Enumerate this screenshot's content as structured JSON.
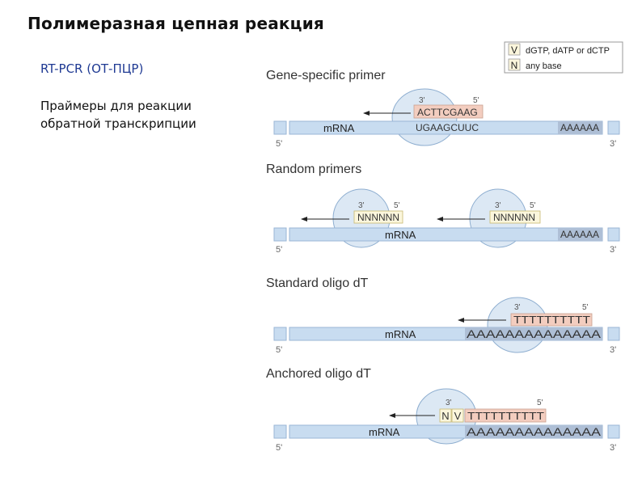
{
  "slide": {
    "title": "Полимеразная цепная реакция",
    "subtitle": "RT-PCR (ОТ-ПЦР)",
    "description": [
      "Праймеры для реакции",
      "обратной транскрипции"
    ]
  },
  "legend": {
    "v_symbol": "V",
    "v_text": "dGTP, dATP or dCTP",
    "n_symbol": "N",
    "n_text": "any base"
  },
  "panels": {
    "gene_specific": {
      "heading": "Gene-specific primer",
      "primer": "ACTTCGAAG",
      "target": "UGAAGCUUC",
      "mrna": "mRNA",
      "polya": "AAAAAA",
      "primer_3": "3'",
      "primer_5": "5'",
      "end_5": "5'",
      "end_3": "3'"
    },
    "random": {
      "heading": "Random primers",
      "primer": "NNNNNN",
      "mrna": "mRNA",
      "polya": "AAAAAA",
      "primer_3": "3'",
      "primer_5": "5'",
      "end_5": "5'",
      "end_3": "3'"
    },
    "oligo_dt": {
      "heading": "Standard oligo dT",
      "primer": "TTTTTTTTTT",
      "mrna": "mRNA",
      "polya": "AAAAAAAAAAAAAA",
      "primer_3": "3'",
      "primer_5": "5'",
      "end_5": "5'",
      "end_3": "3'"
    },
    "anchored": {
      "heading": "Anchored oligo dT",
      "primer_n": "N",
      "primer_v": "V",
      "primer": "TTTTTTTTTT",
      "mrna": "mRNA",
      "polya": "AAAAAAAAAAAAAA",
      "primer_3": "3'",
      "primer_5": "5'",
      "end_5": "5'",
      "end_3": "3'"
    }
  },
  "colors": {
    "strand": "#c8dcf0",
    "strand_stroke": "#9ab6d6",
    "enzyme": "#dce8f4",
    "enzyme_stroke": "#8eaed0",
    "polya": "#aebfd6",
    "primer_gs": "#f3cdbf",
    "primer_random": "#fbf6dc",
    "primer_dt": "#f3cdbf",
    "subtitle": "#1f3a93"
  }
}
